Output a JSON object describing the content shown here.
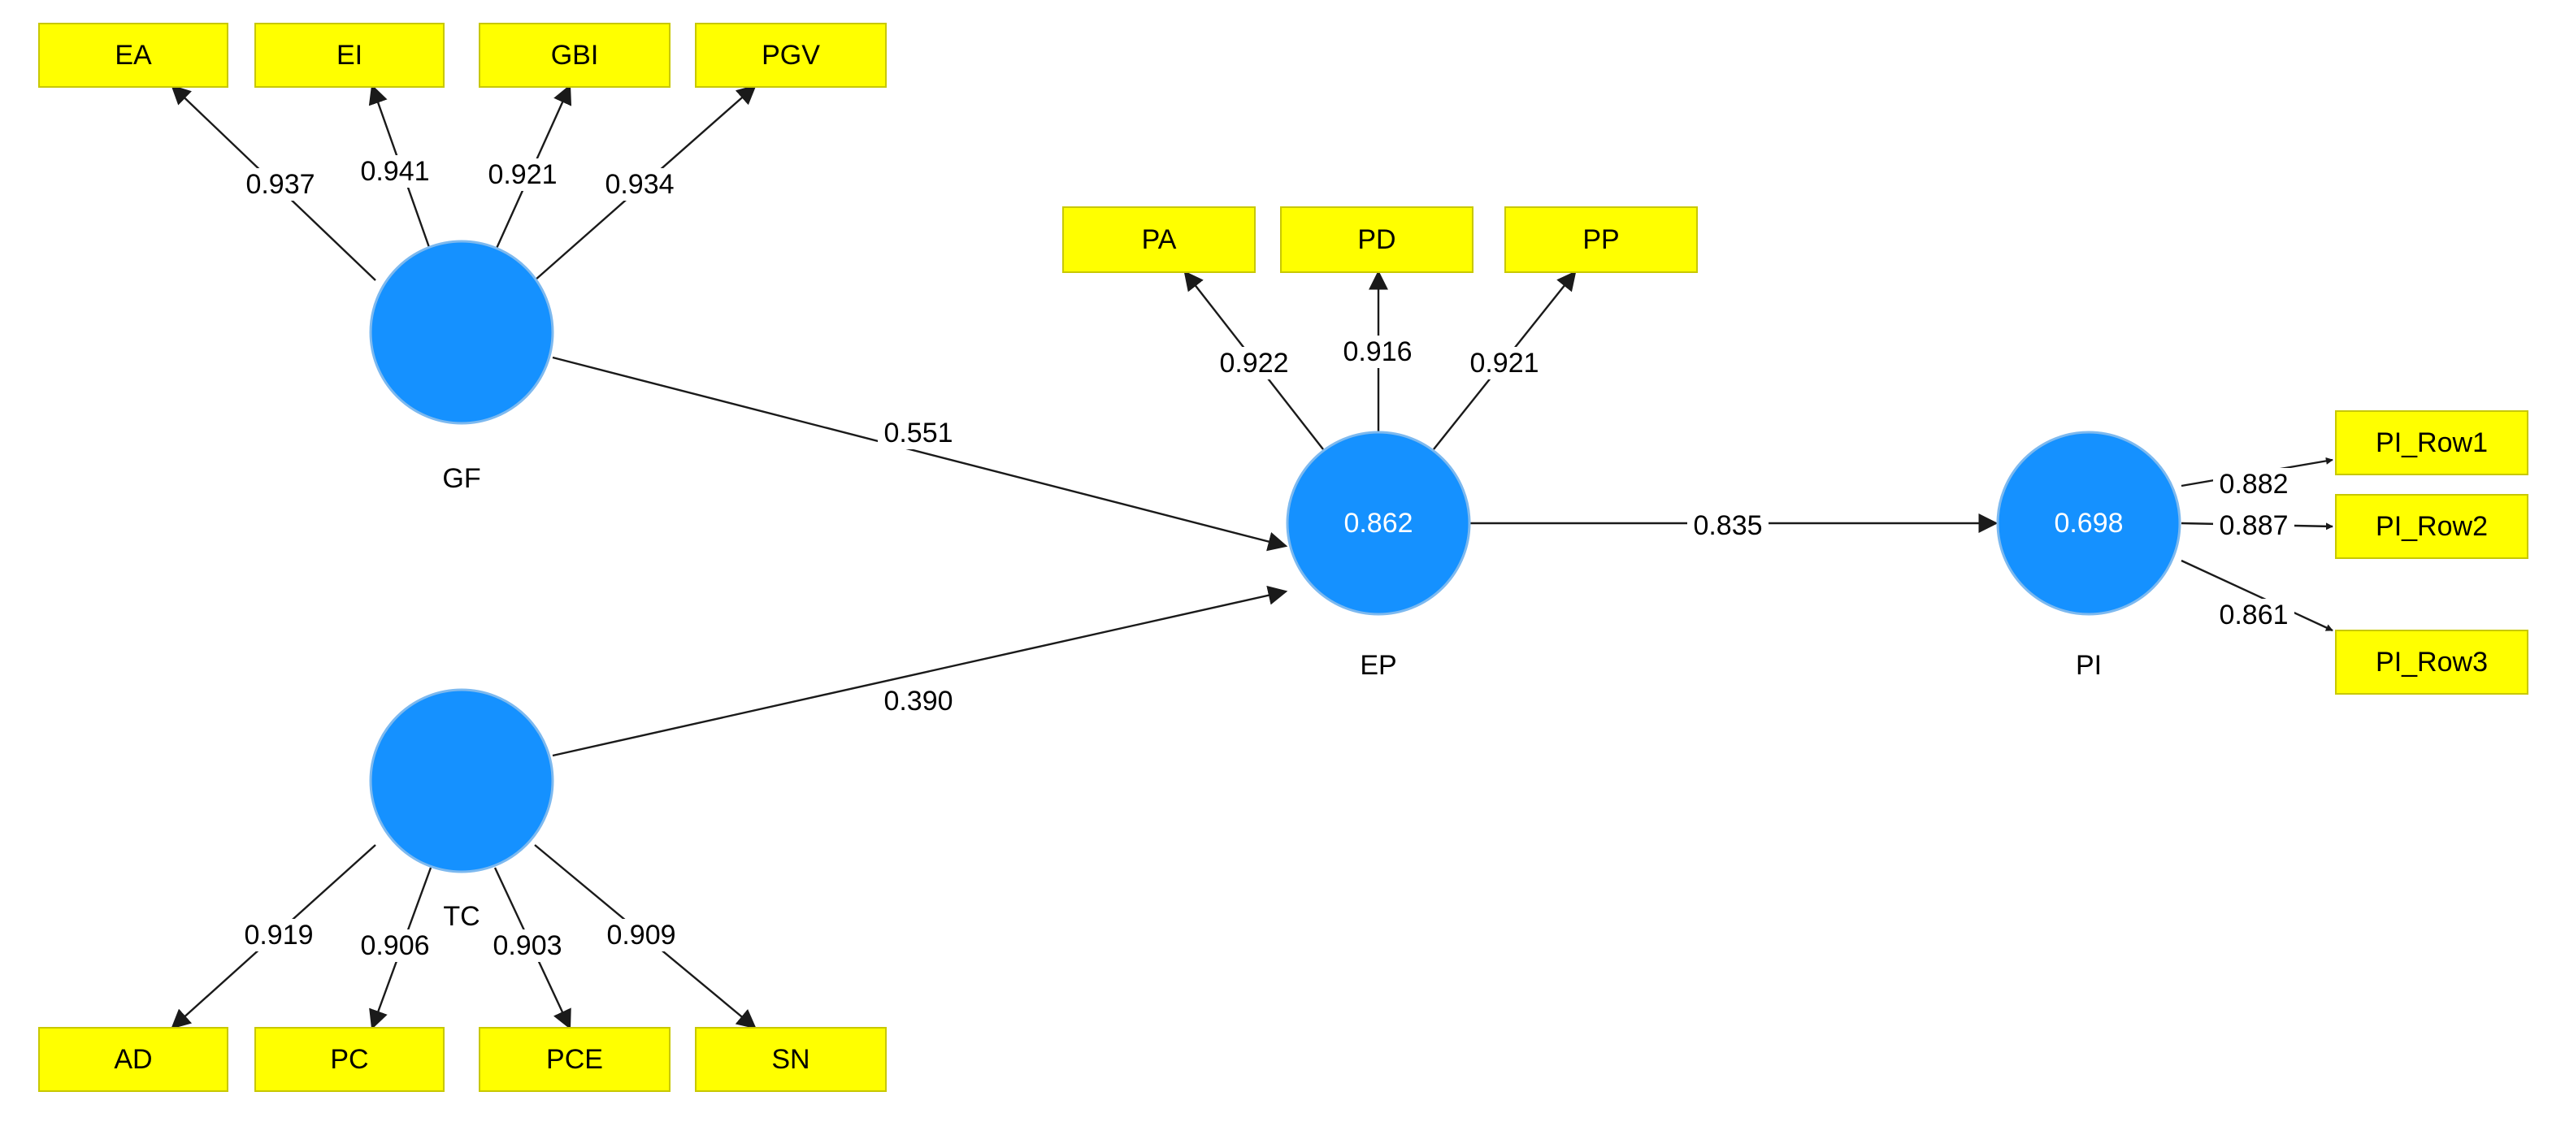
{
  "constructs": [
    {
      "id": "GF",
      "label": "GF",
      "r2": ""
    },
    {
      "id": "TC",
      "label": "TC",
      "r2": ""
    },
    {
      "id": "EP",
      "label": "EP",
      "r2": "0.862"
    },
    {
      "id": "PI",
      "label": "PI",
      "r2": "0.698"
    }
  ],
  "indicators": [
    {
      "id": "EA",
      "label": "EA"
    },
    {
      "id": "EI",
      "label": "EI"
    },
    {
      "id": "GBI",
      "label": "GBI"
    },
    {
      "id": "PGV",
      "label": "PGV"
    },
    {
      "id": "PA",
      "label": "PA"
    },
    {
      "id": "PD",
      "label": "PD"
    },
    {
      "id": "PP",
      "label": "PP"
    },
    {
      "id": "PI_Row1",
      "label": "PI_Row1"
    },
    {
      "id": "PI_Row2",
      "label": "PI_Row2"
    },
    {
      "id": "PI_Row3",
      "label": "PI_Row3"
    },
    {
      "id": "AD",
      "label": "AD"
    },
    {
      "id": "PC",
      "label": "PC"
    },
    {
      "id": "PCE",
      "label": "PCE"
    },
    {
      "id": "SN",
      "label": "SN"
    }
  ],
  "outer_loadings": [
    {
      "construct": "GF",
      "indicator": "EA",
      "value": "0.937"
    },
    {
      "construct": "GF",
      "indicator": "EI",
      "value": "0.941"
    },
    {
      "construct": "GF",
      "indicator": "GBI",
      "value": "0.921"
    },
    {
      "construct": "GF",
      "indicator": "PGV",
      "value": "0.934"
    },
    {
      "construct": "EP",
      "indicator": "PA",
      "value": "0.922"
    },
    {
      "construct": "EP",
      "indicator": "PD",
      "value": "0.916"
    },
    {
      "construct": "EP",
      "indicator": "PP",
      "value": "0.921"
    },
    {
      "construct": "PI",
      "indicator": "PI_Row1",
      "value": "0.882"
    },
    {
      "construct": "PI",
      "indicator": "PI_Row2",
      "value": "0.887"
    },
    {
      "construct": "PI",
      "indicator": "PI_Row3",
      "value": "0.861"
    },
    {
      "construct": "TC",
      "indicator": "AD",
      "value": "0.919"
    },
    {
      "construct": "TC",
      "indicator": "PC",
      "value": "0.906"
    },
    {
      "construct": "TC",
      "indicator": "PCE",
      "value": "0.903"
    },
    {
      "construct": "TC",
      "indicator": "SN",
      "value": "0.909"
    }
  ],
  "path_coefficients": [
    {
      "from": "GF",
      "to": "EP",
      "value": "0.551"
    },
    {
      "from": "TC",
      "to": "EP",
      "value": "0.390"
    },
    {
      "from": "EP",
      "to": "PI",
      "value": "0.835"
    }
  ],
  "colors": {
    "construct_fill": "#1591ff",
    "indicator_fill": "#ffff00",
    "edge": "#1a1a1a"
  }
}
